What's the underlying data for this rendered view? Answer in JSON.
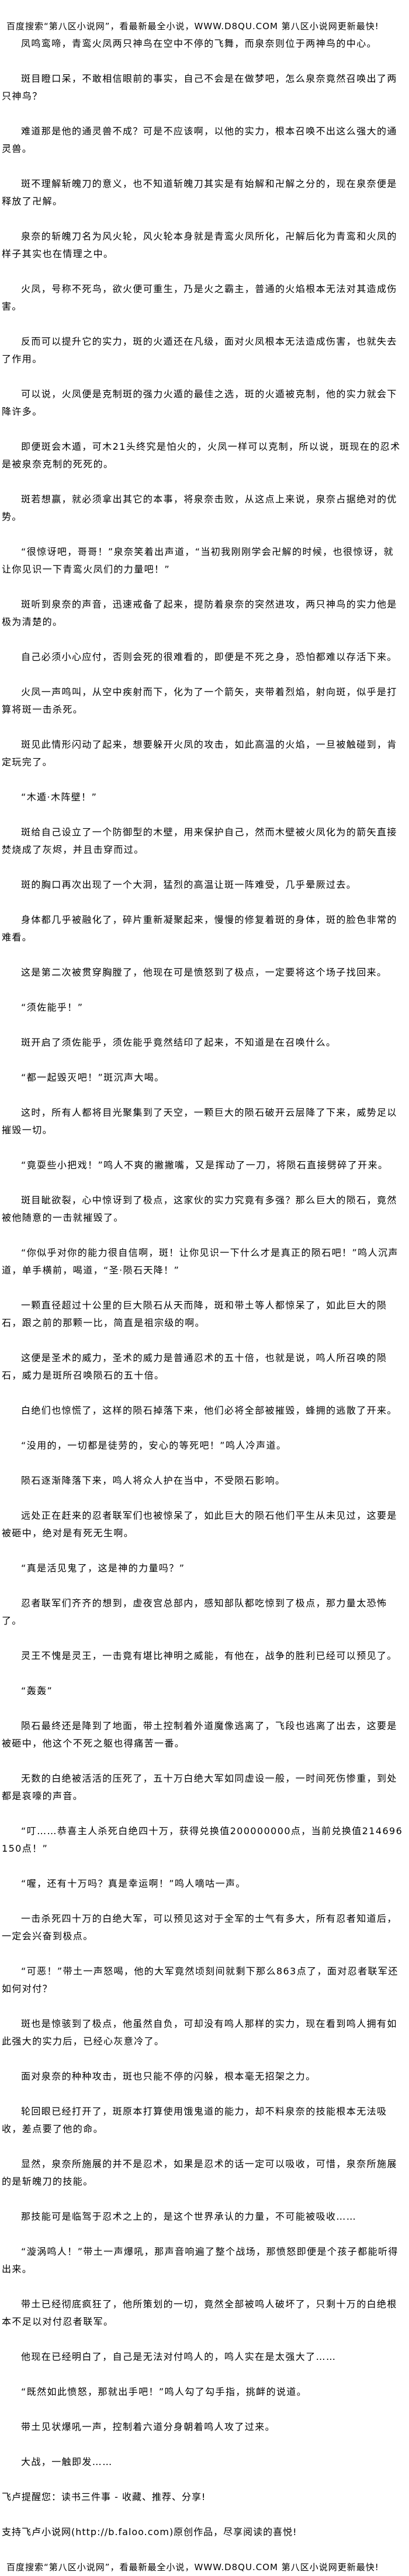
{
  "header": {
    "banner": "百度搜索“第八区小说网”，看最新最全小说，WWW.D8QU.COM   第八区小说网更新最快!"
  },
  "article": {
    "paragraphs": [
      "凤鸣鸾啼，青鸾火凤两只神鸟在空中不停的飞舞，而泉奈则位于两神鸟的中心。",
      "斑目瞪口呆，不敢相信眼前的事实，自己不会是在做梦吧，怎么泉奈竟然召唤出了两只神鸟？",
      "难道那是他的通灵兽不成？可是不应该啊，以他的实力，根本召唤不出这么强大的通灵兽。",
      "斑不理解斩魄刀的意义，也不知道斩魄刀其实是有始解和卍解之分的，现在泉奈便是释放了卍解。",
      "泉奈的斩魄刀名为风火轮，风火轮本身就是青鸾火凤所化，卍解后化为青鸾和火凤的样子其实也在情理之中。",
      "火凤，号称不死鸟，欲火便可重生，乃是火之霸主，普通的火焰根本无法对其造成伤害。",
      "反而可以提升它的实力，斑的火遁还在凡级，面对火凤根本无法造成伤害，也就失去了作用。",
      "可以说，火凤便是克制斑的强力火遁的最佳之选，斑的火遁被克制，他的实力就会下降许多。",
      "即便斑会木遁，可木21头终究是怕火的，火凤一样可以克制，所以说，斑现在的忍术是被泉奈克制的死死的。",
      "斑若想赢，就必须拿出其它的本事，将泉奈击败，从这点上来说，泉奈占据绝对的优势。",
      "“很惊讶吧，哥哥！”泉奈笑着出声道，“当初我刚刚学会卍解的时候，也很惊讶，就让你见识一下青鸾火凤们的力量吧！”",
      "斑听到泉奈的声音，迅速戒备了起来，提防着泉奈的突然进攻，两只神鸟的实力他是极为清楚的。",
      "自己必须小心应付，否则会死的很难看的，即便是不死之身，恐怕都难以存活下来。",
      "火凤一声鸣叫，从空中疾射而下，化为了一个箭矢，夹带着烈焰，射向斑，似乎是打算将斑一击杀死。",
      "斑见此情形闪动了起来，想要躲开火凤的攻击，如此高温的火焰，一旦被触碰到，肯定玩完了。",
      "“木遁·木阵壁！”",
      "斑给自己设立了一个防御型的木壁，用来保护自己，然而木壁被火凤化为的箭矢直接焚烧成了灰烬，并且击穿而过。",
      "斑的胸口再次出现了一个大洞，猛烈的高温让斑一阵难受，几乎晕厥过去。",
      "身体都几乎被融化了，碎片重新凝聚起来，慢慢的修复着斑的身体，斑的脸色非常的难看。",
      "这是第二次被贯穿胸膛了，他现在可是愤怒到了极点，一定要将这个场子找回来。",
      "“须佐能乎！”",
      "斑开启了须佐能乎，须佐能乎竟然结印了起来，不知道是在召唤什么。",
      "“都一起毁灭吧！”斑沉声大喝。",
      "这时，所有人都将目光聚集到了天空，一颗巨大的陨石破开云层降了下来，威势足以摧毁一切。",
      "“竟耍些小把戏！”鸣人不爽的撇撇嘴，又是挥动了一刀，将陨石直接劈碎了开来。",
      "斑目眦欲裂，心中惊讶到了极点，这家伙的实力究竟有多强？那么巨大的陨石，竟然被他随意的一击就摧毁了。",
      "“你似乎对你的能力很自信啊，斑！让你见识一下什么才是真正的陨石吧！”鸣人沉声道，单手横前，喝道，“圣·陨石天降！”",
      "一颗直径超过十公里的巨大陨石从天而降，斑和带土等人都惊呆了，如此巨大的陨石，跟之前的那颗一比，简直是祖宗级的啊。",
      "这便是圣术的威力，圣术的威力是普通忍术的五十倍，也就是说，鸣人所召唤的陨石，威力是斑所召唤陨石的五十倍。",
      "白绝们也惊慌了，这样的陨石掉落下来，他们必将全部被摧毁，蜂拥的逃散了开来。",
      "“没用的，一切都是徒劳的，安心的等死吧！”鸣人冷声道。",
      "陨石逐渐降落下来，鸣人将众人护在当中，不受陨石影响。",
      "远处正在赶来的忍者联军们也被惊呆了，如此巨大的陨石他们平生从未见过，这要是被砸中，绝对是有死无生啊。",
      "“真是活见鬼了，这是神的力量吗？”",
      "忍者联军们齐齐的想到，虚夜宫总部内，感知部队都吃惊到了极点，那力量太恐怖了。",
      "灵王不愧是灵王，一击竟有堪比神明之威能，有他在，战争的胜利已经可以预见了。",
      "“轰轰”",
      "陨石最终还是降到了地面，带土控制着外道魔像逃离了，飞段也逃离了出去，这要是被砸中，他这个不死之躯也得痛苦一番。",
      "无数的白绝被活活的压死了，五十万白绝大军如同虚设一般，一时间死伤惨重，到处都是哀嚎的声音。",
      "“叮……恭喜主人杀死白绝四十万，获得兑换值200000000点，当前兑换值214696150点！”",
      "“喔，还有十万吗？真是幸运啊！”鸣人嘀咕一声。",
      "一击杀死四十万的白绝大军，可以预见这对于全军的士气有多大，所有忍者知道后，一定会兴奋到极点。",
      "“可恶！”带土一声怒喝，他的大军竟然顷刻间就剩下那么863点了，面对忍者联军还如何对付？",
      "斑也是惊骇到了极点，他虽然自负，可却没有鸣人那样的实力，现在看到鸣人拥有如此强大的实力后，已经心灰意冷了。",
      "面对泉奈的种种攻击，斑也只能不停的闪躲，根本毫无招架之力。",
      "轮回眼已经打开了，斑原本打算使用饿鬼道的能力，却不料泉奈的技能根本无法吸收，差点要了他的命。",
      "显然，泉奈所施展的并不是忍术，如果是忍术的话一定可以吸收，可惜，泉奈所施展的是斩魄刀的技能。",
      "那技能可是临驾于忍术之上的，是这个世界承认的力量，不可能被吸收……",
      "“漩涡鸣人！”带土一声爆吼，那声音响遍了整个战场，那愤怒即便是个孩子都能听得出来。",
      "带土已经彻底疯狂了，他所策划的一切，竟然全部被鸣人破坏了，只剩十万的白绝根本不足以对付忍者联军。",
      "他现在已经明白了，自己是无法对付鸣人的，鸣人实在是太强大了……",
      "“既然如此愤怒，那就出手吧！”鸣人勾了勾手指，挑衅的说道。",
      "带土见状爆吼一声，控制着六道分身朝着鸣人攻了过来。",
      "大战，一触即发……"
    ]
  },
  "footer": {
    "reminder": "飞卢提醒您：读书三件事 - 收藏、推荐、分享!",
    "support": "支持飞卢小说网(http://b.faloo.com)原创作品，尽享阅读的喜悦!",
    "banner": "百度搜索“第八区小说网”，看最新最全小说，WWW.D8QU.COM   第八区小说网更新最快!"
  }
}
